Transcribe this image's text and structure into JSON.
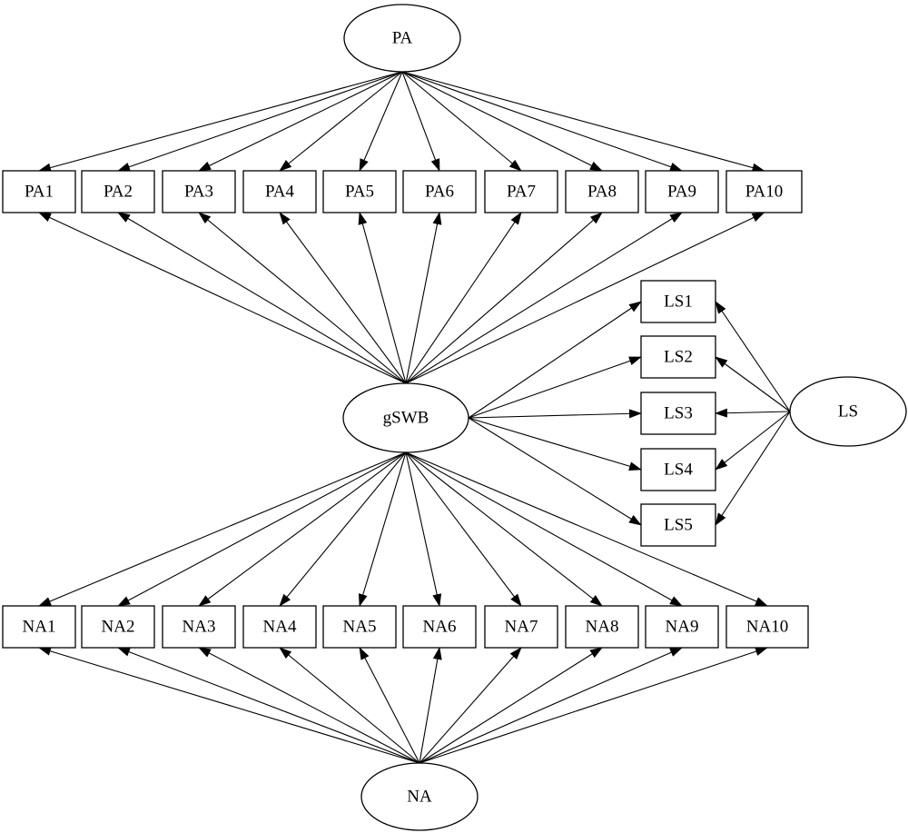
{
  "colors": {
    "line": "#000000",
    "fill": "#ffffff",
    "text": "#000000"
  },
  "latent": {
    "pa": "PA",
    "gswb": "gSWB",
    "ls": "LS",
    "na": "NA"
  },
  "pa_items": [
    "PA1",
    "PA2",
    "PA3",
    "PA4",
    "PA5",
    "PA6",
    "PA7",
    "PA8",
    "PA9",
    "PA10"
  ],
  "ls_items": [
    "LS1",
    "LS2",
    "LS3",
    "LS4",
    "LS5"
  ],
  "na_items": [
    "NA1",
    "NA2",
    "NA3",
    "NA4",
    "NA5",
    "NA6",
    "NA7",
    "NA8",
    "NA9",
    "NA10"
  ]
}
